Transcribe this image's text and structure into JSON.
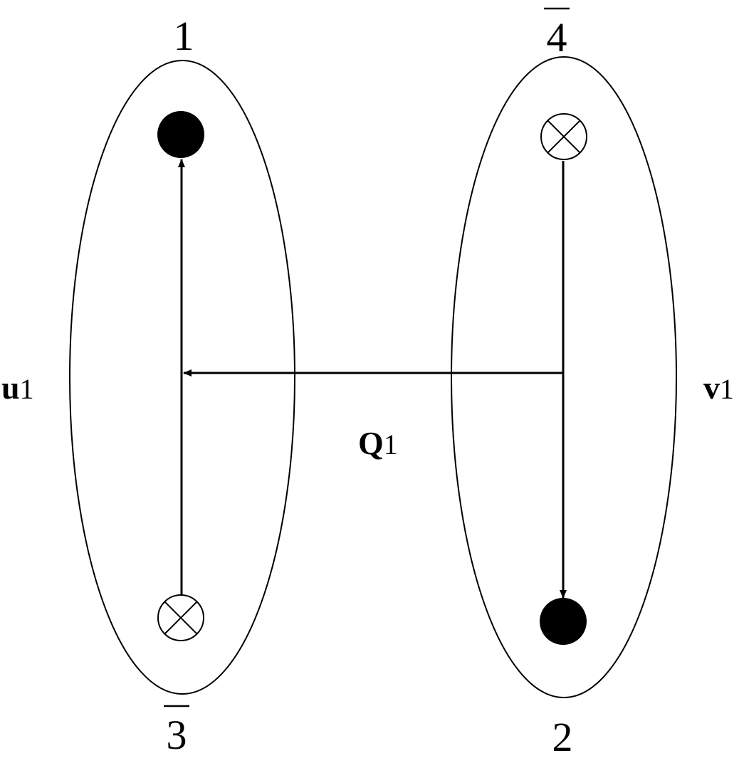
{
  "diagram": {
    "labels": {
      "node_top_left": "1",
      "node_top_right": "4",
      "node_bottom_left": "3",
      "node_bottom_right": "2",
      "u_symbol": "u",
      "u_subscript": "1",
      "v_symbol": "v",
      "v_subscript": "1",
      "q_symbol": "Q",
      "q_subscript": "1"
    },
    "overlined_labels": [
      "4",
      "3"
    ],
    "node_types": {
      "top_left": "filled-circle",
      "top_right": "crossed-circle",
      "bottom_left": "crossed-circle",
      "bottom_right": "filled-circle"
    },
    "edges": [
      {
        "from": "3",
        "to": "1",
        "style": "arrow"
      },
      {
        "from": "4",
        "to": "2",
        "style": "arrow"
      },
      {
        "from": "v1",
        "to": "u1",
        "label": "Q1",
        "style": "arrow"
      }
    ],
    "colors": {
      "stroke": "#000000",
      "fill": "#000000",
      "background": "#ffffff"
    }
  }
}
